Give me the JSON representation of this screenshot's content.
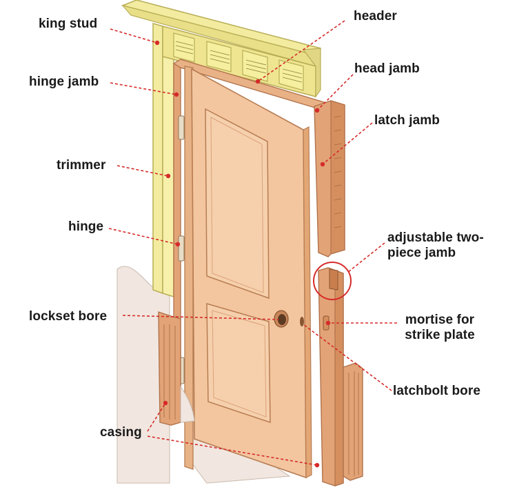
{
  "labels": {
    "king_stud": "king stud",
    "hinge_jamb": "hinge jamb",
    "trimmer": "trimmer",
    "hinge": "hinge",
    "lockset_bore": "lockset bore",
    "casing": "casing",
    "header": "header",
    "head_jamb": "head jamb",
    "latch_jamb": "latch jamb",
    "adjustable_jamb_line1": "adjustable two-",
    "adjustable_jamb_line2": "piece jamb",
    "mortise_line1": "mortise for",
    "mortise_line2": "strike plate",
    "latchbolt_bore": "latchbolt bore"
  },
  "colors": {
    "framing": "#f3eca0",
    "framing_edge": "#b8ad55",
    "door": "#f2c49c",
    "door_edge": "#c98f63",
    "jamb": "#e2a477",
    "jamb_dark": "#c97e4e",
    "wall": "#f0e6df",
    "leader": "#d62a2a",
    "text": "#1a1a1a"
  }
}
